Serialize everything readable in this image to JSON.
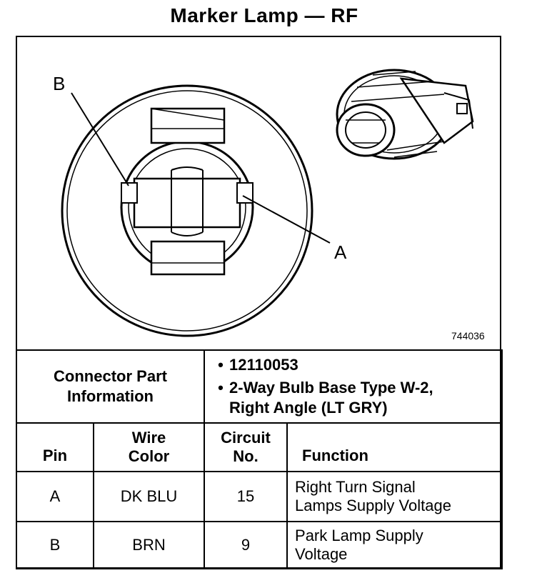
{
  "title": "Marker Lamp — RF",
  "figure": {
    "label_a": "A",
    "label_b": "B",
    "figure_id": "744036"
  },
  "connector_info": {
    "label_line1": "Connector Part",
    "label_line2": "Information",
    "part_number": "12110053",
    "description_line1": "2-Way Bulb Base Type W-2,",
    "description_line2": "Right Angle (LT GRY)"
  },
  "columns": {
    "pin": "Pin",
    "wire_line1": "Wire",
    "wire_line2": "Color",
    "circuit_line1": "Circuit",
    "circuit_line2": "No.",
    "function": "Function"
  },
  "rows": [
    {
      "pin": "A",
      "wire_color": "DK BLU",
      "circuit": "15",
      "function_line1": "Right Turn Signal",
      "function_line2": "Lamps Supply Voltage"
    },
    {
      "pin": "B",
      "wire_color": "BRN",
      "circuit": "9",
      "function_line1": "Park Lamp Supply",
      "function_line2": "Voltage"
    }
  ]
}
